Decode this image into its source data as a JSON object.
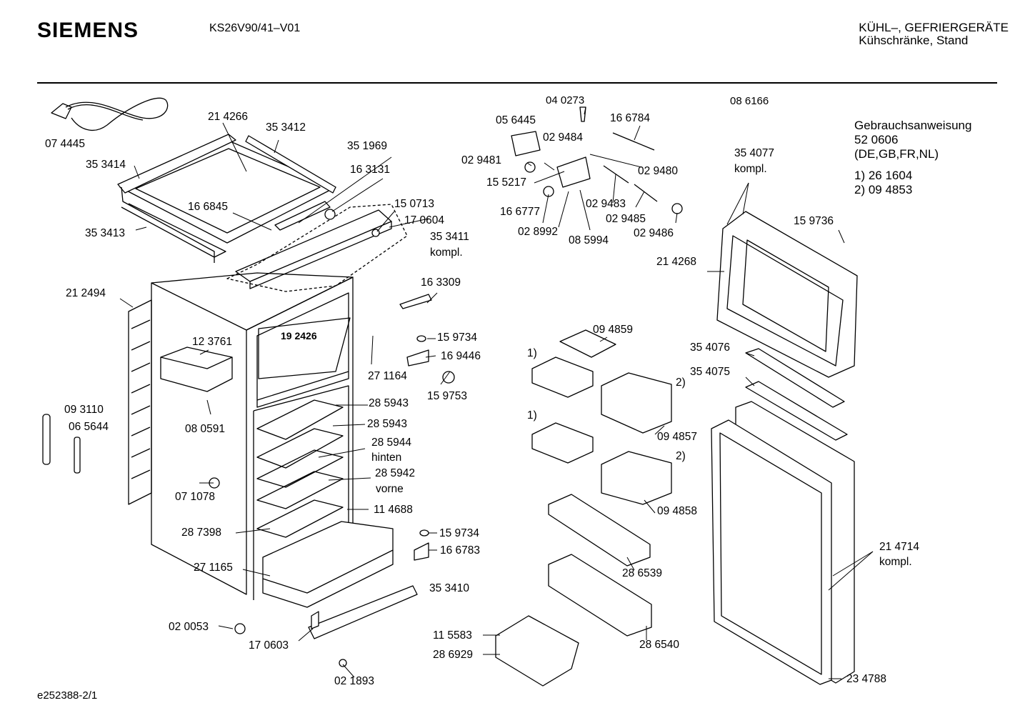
{
  "header": {
    "brand": "SIEMENS",
    "model": "KS26V90/41–V01",
    "category_line1": "KÜHL–, GEFRIERGERÄTE",
    "category_line2": "Kühschränke, Stand"
  },
  "footer": {
    "code": "e252388-2/1"
  },
  "manual": {
    "title": "Gebrauchsanweisung",
    "number": "52 0606",
    "languages": "(DE,GB,FR,NL)",
    "variant1": "1)  26 1604",
    "variant2": "2)  09 4853"
  },
  "part_labels": {
    "p074445": "07 4445",
    "p214266": "21 4266",
    "p353412": "35 3412",
    "p351969": "35 1969",
    "p353414": "35 3414",
    "p163131": "16 3131",
    "p166845": "16 6845",
    "p150713": "15 0713",
    "p170604": "17 0604",
    "p353413": "35 3413",
    "p353411": "35 3411",
    "p353411b": "kompl.",
    "p212494": "21 2494",
    "p163309": "16 3309",
    "p192426": "19 2426",
    "p123761": "12 3761",
    "p159734a": "15 9734",
    "p169446": "16 9446",
    "p271164": "27 1164",
    "p159753": "15 9753",
    "p093110": "09 3110",
    "p065644": "06 5644",
    "p080591": "08 0591",
    "p285943a": "28 5943",
    "p285943b": "28 5943",
    "p285944": "28 5944",
    "p285944b": "hinten",
    "p285942": "28 5942",
    "p285942b": "vorne",
    "p071078": "07 1078",
    "p114688": "11 4688",
    "p287398": "28 7398",
    "p159734b": "15 9734",
    "p166783": "16 6783",
    "p271165": "27 1165",
    "p353410": "35 3410",
    "p020053": "02 0053",
    "p170603": "17 0603",
    "p021893": "02 1893",
    "p040273": "04 0273",
    "p086166": "08 6166",
    "p056445": "05 6445",
    "p166784": "16 6784",
    "p029484": "02 9484",
    "p029481": "02 9481",
    "p029480": "02 9480",
    "p155217": "15 5217",
    "p166777": "16 6777",
    "p029483": "02 9483",
    "p029485": "02 9485",
    "p028992": "02 8992",
    "p085994": "08 5994",
    "p029486": "02 9486",
    "p354077": "35 4077",
    "p354077b": "kompl.",
    "p159736": "15 9736",
    "p214268": "21 4268",
    "p094859": "09 4859",
    "p354076": "35 4076",
    "p354075": "35 4075",
    "v1a": "1)",
    "v2a": "2)",
    "p094857": "09 4857",
    "v1b": "1)",
    "v2b": "2)",
    "p094858": "09 4858",
    "p214714": "21 4714",
    "p214714b": "kompl.",
    "p286539": "28 6539",
    "p286540": "28 6540",
    "p115583": "11 5583",
    "p286929": "28 6929",
    "p234788": "23 4788"
  }
}
